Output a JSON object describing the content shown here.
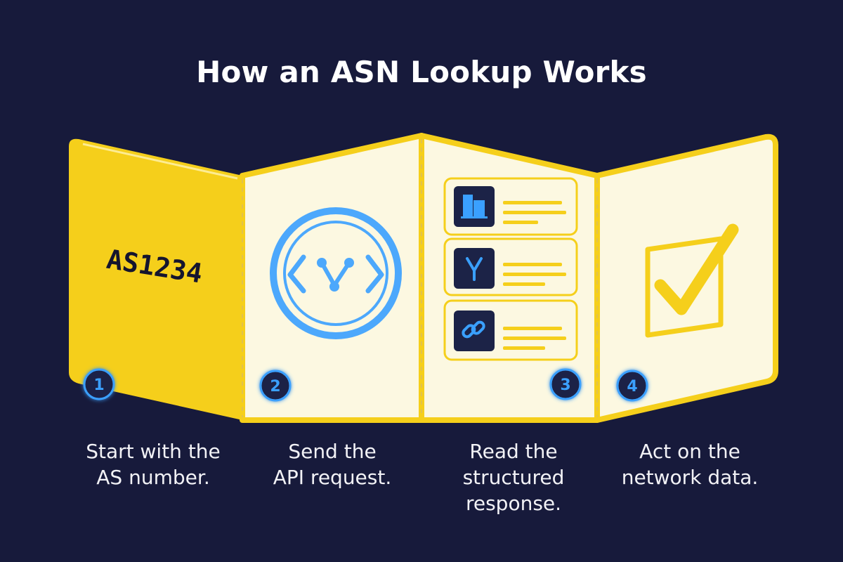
{
  "title": "How an ASN Lookup Works",
  "panel1": {
    "asn": "AS1234"
  },
  "steps": [
    {
      "number": "1",
      "caption_line1": "Start with the",
      "caption_line2": "AS number.",
      "caption_line3": ""
    },
    {
      "number": "2",
      "caption_line1": "Send the",
      "caption_line2": "API request.",
      "caption_line3": ""
    },
    {
      "number": "3",
      "caption_line1": "Read the",
      "caption_line2": "structured",
      "caption_line3": "response."
    },
    {
      "number": "4",
      "caption_line1": "Act on the",
      "caption_line2": "network data.",
      "caption_line3": ""
    }
  ],
  "icons": {
    "panel2": "api-code-stamp-icon",
    "response_rows": [
      "building-icon",
      "network-branch-icon",
      "link-icon"
    ],
    "panel4": "checkmark-box-icon"
  },
  "colors": {
    "background": "#171a3b",
    "yellow": "#f5cf1b",
    "paper": "#fcf8e1",
    "blue": "#3aa0ff",
    "navy": "#1c2347"
  }
}
